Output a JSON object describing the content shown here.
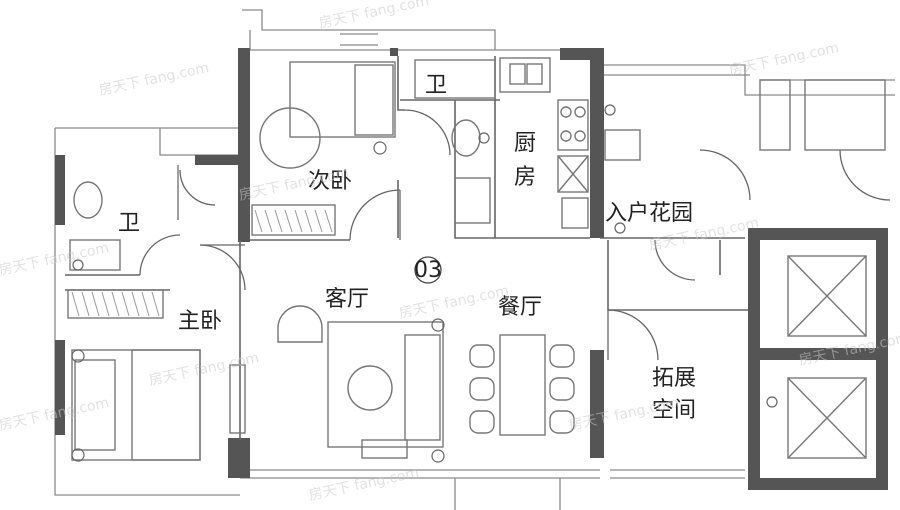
{
  "unit_label": "03",
  "rooms": {
    "secondary_bedroom": "次卧",
    "bathroom_upper": "卫",
    "bathroom_left": "卫",
    "kitchen_line1": "厨",
    "kitchen_line2": "房",
    "entry_garden": "入户花园",
    "master_bedroom": "主卧",
    "living_room": "客厅",
    "dining_room": "餐厅",
    "extension_line1": "拓展",
    "extension_line2": "空间"
  },
  "watermark": "房天下 fang.com",
  "colors": {
    "wall": "#555555",
    "line": "#777777",
    "text": "#222222"
  }
}
